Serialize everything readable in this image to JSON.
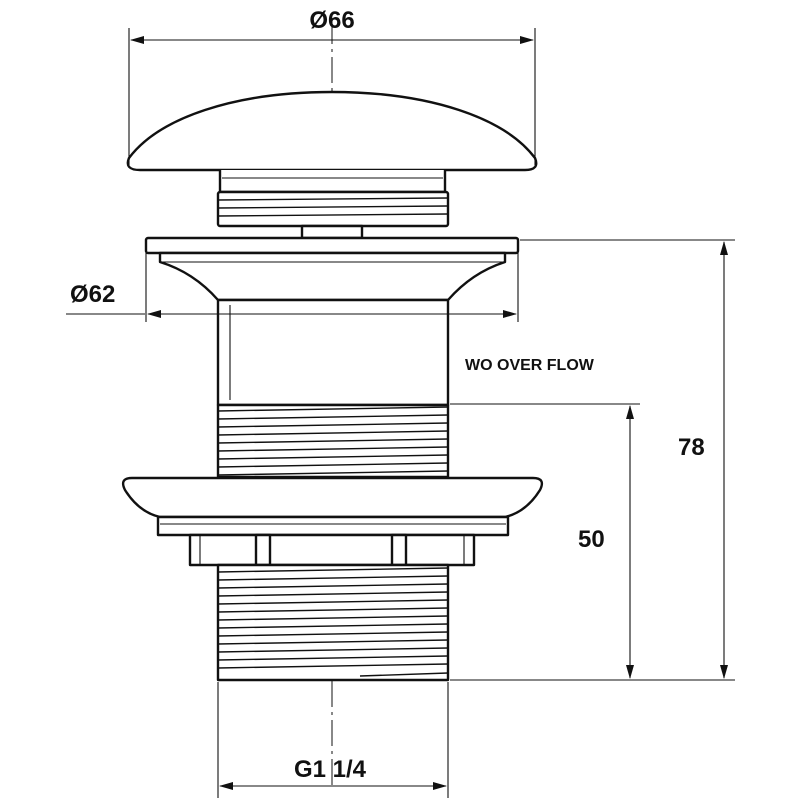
{
  "diagram": {
    "dimensions": {
      "cap_diameter": "Ø66",
      "flange_diameter": "Ø62",
      "total_height": "78",
      "thread_height": "50",
      "thread_size": "G1 1/4"
    },
    "note": "WO OVER FLOW",
    "colors": {
      "line": "#111111",
      "background": "#ffffff"
    }
  }
}
